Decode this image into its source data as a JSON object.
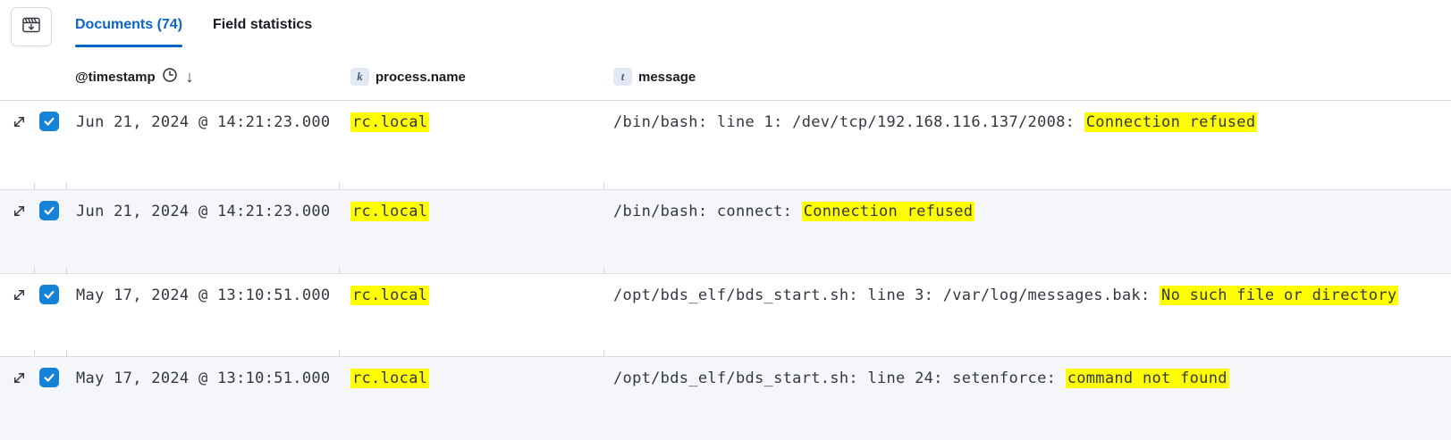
{
  "colors": {
    "active_tab": "#0b64cc",
    "checkbox": "#1482d6",
    "highlight": "#ffff00",
    "stripe": "#f4f6fa"
  },
  "toolbar": {
    "display_options_icon": "film-tray-arrow-down-icon"
  },
  "tabs": [
    {
      "label": "Documents (74)",
      "active": true
    },
    {
      "label": "Field statistics",
      "active": false
    }
  ],
  "grid": {
    "columns": [
      {
        "label": "@timestamp",
        "icons": [
          "clock-icon",
          "sort-descending-icon"
        ],
        "sort_arrow": "↓"
      },
      {
        "label": "process.name",
        "type_badge": "k"
      },
      {
        "label": "message",
        "type_badge": "t"
      }
    ],
    "rows": [
      {
        "timestamp": "Jun 21, 2024 @ 14:21:23.000",
        "process_name": "rc.local",
        "message_prefix": "/bin/bash: line 1: /dev/tcp/192.168.116.137/2008: ",
        "message_highlight": "Connection refused",
        "checked": true,
        "striped": false
      },
      {
        "timestamp": "Jun 21, 2024 @ 14:21:23.000",
        "process_name": "rc.local",
        "message_prefix": "/bin/bash: connect: ",
        "message_highlight": "Connection refused",
        "checked": true,
        "striped": true
      },
      {
        "timestamp": "May 17, 2024 @ 13:10:51.000",
        "process_name": "rc.local",
        "message_prefix": "/opt/bds_elf/bds_start.sh: line 3: /var/log/messages.bak: ",
        "message_highlight": "No such file or directory",
        "checked": true,
        "striped": false
      },
      {
        "timestamp": "May 17, 2024 @ 13:10:51.000",
        "process_name": "rc.local",
        "message_prefix": "/opt/bds_elf/bds_start.sh: line 24: setenforce: ",
        "message_highlight": "command not found",
        "checked": true,
        "striped": true
      }
    ]
  }
}
